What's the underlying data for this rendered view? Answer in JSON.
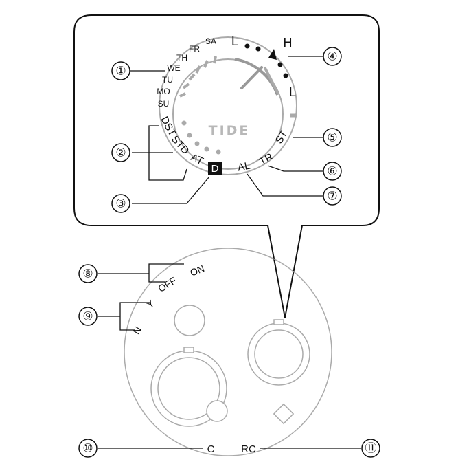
{
  "callouts": [
    "①",
    "②",
    "③",
    "④",
    "⑤",
    "⑥",
    "⑦",
    "⑧",
    "⑨",
    "⑩",
    "⑪"
  ],
  "days": [
    "SA",
    "FR",
    "TH",
    "WE",
    "TU",
    "MO",
    "SU"
  ],
  "tide": {
    "low1": "L",
    "high": "H",
    "low2": "L",
    "title": "TIDE"
  },
  "modes": {
    "dst": "DST",
    "std": "STD",
    "at": "AT",
    "d": "D",
    "al": "AL",
    "tr": "TR",
    "st": "ST"
  },
  "switches": {
    "on": "ON",
    "off": "OFF",
    "y": "Y",
    "n": "N"
  },
  "buttons": {
    "c": "C",
    "rc": "RC"
  }
}
